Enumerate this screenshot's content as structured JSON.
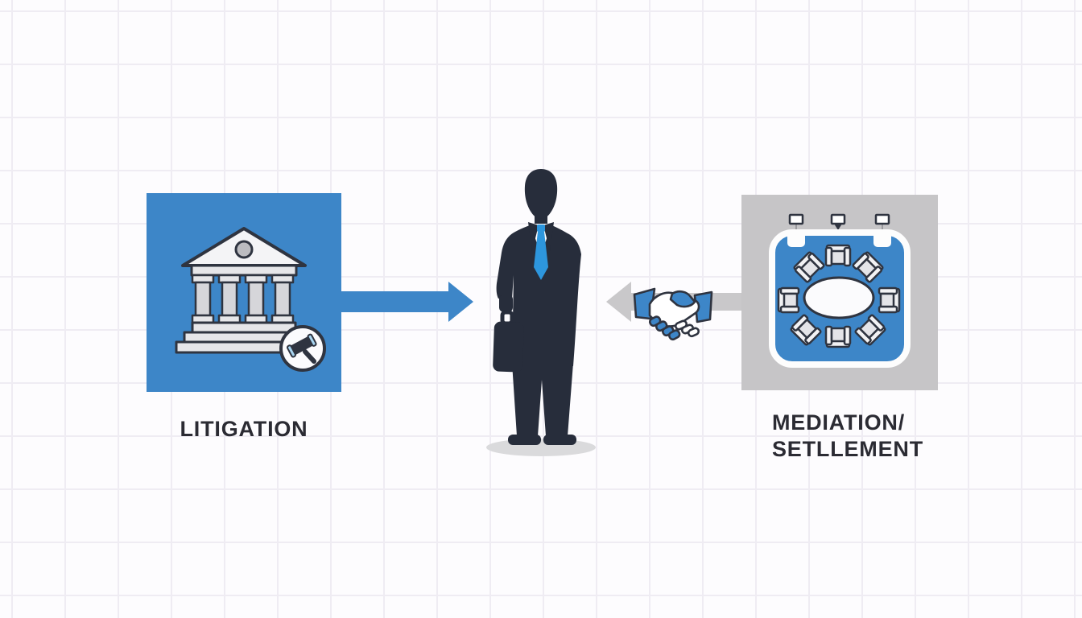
{
  "diagram": {
    "title": "dispute resolution paths illustration",
    "litigation": {
      "label": "LITIGATION",
      "icon": "courthouse-icon",
      "badge_icon": "gavel-icon",
      "square_color": "#3d86c8"
    },
    "person": {
      "icon": "businessman-silhouette-icon",
      "suit_color": "#272d3b",
      "tie_color": "#2d96dd"
    },
    "mediation": {
      "label_line1": "MEDIATION/",
      "label_line2": "SETLLEMENT",
      "icon": "conference-table-icon",
      "square_color": "#c6c5c7",
      "inner_square_color": "#3d86c8"
    },
    "connectors": {
      "litigation_to_person": {
        "icon": "right-arrow",
        "color": "#3d86c8",
        "direction": "right"
      },
      "mediation_to_person": {
        "icon": "left-arrow",
        "color": "#c9c8ca",
        "direction": "left",
        "overlay_icon": "handshake-icon"
      }
    },
    "colors": {
      "background": "#fdfcfe",
      "grid_line": "#efecf3",
      "outline_dark": "#2f3440",
      "text": "#2b2b33",
      "icon_light_fill": "#f2f2f4"
    }
  }
}
